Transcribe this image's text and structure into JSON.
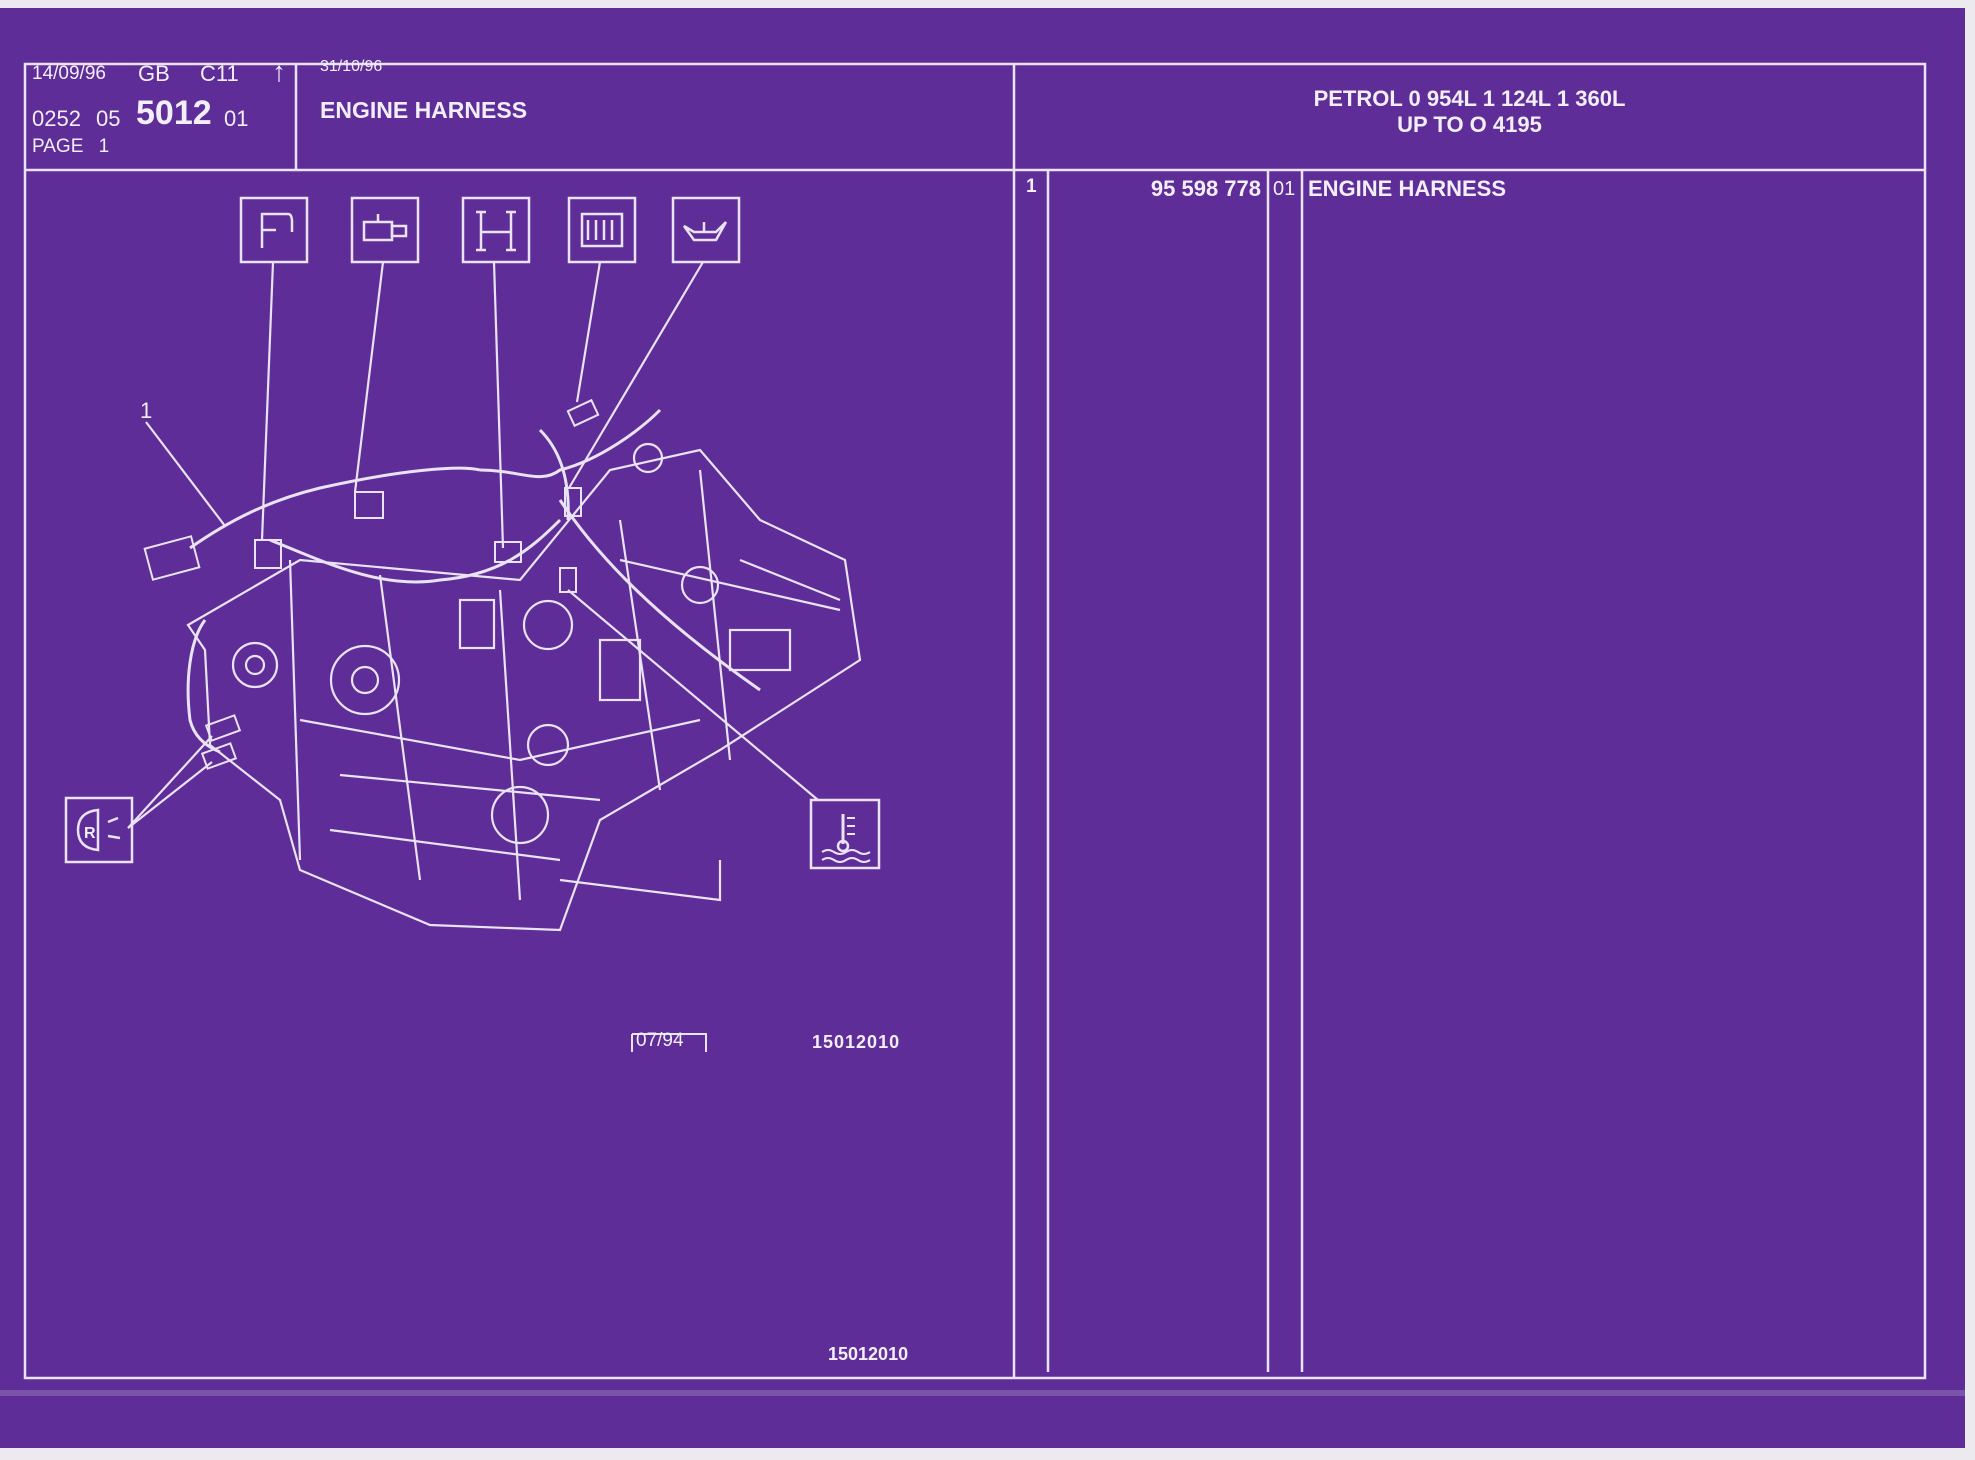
{
  "header": {
    "date_issued": "14/09/96",
    "lang": "GB",
    "model_code": "C11",
    "arrow": "↑",
    "ref_prefix": "0252",
    "ref_group": "05",
    "ref_main": "5012",
    "ref_suffix": "01",
    "page_label": "PAGE",
    "page_number": "1",
    "date_revised": "31/10/96",
    "title": "ENGINE HARNESS",
    "application_line1": "PETROL 0 954L 1 124L 1 360L",
    "application_line2": "UP TO O  4195"
  },
  "diagram": {
    "callout_item": "1",
    "date_tag": "07/94",
    "figure_ref": "15012010",
    "figure_ref_bottom": "15012010",
    "icons": [
      "fuel-pump-icon",
      "ignition-coil-icon",
      "distributor-icon",
      "alternator-icon",
      "oil-pressure-icon",
      "reverse-light-icon",
      "coolant-temperature-icon"
    ]
  },
  "parts_table": {
    "rows": [
      {
        "item": "1",
        "part_number": "95 598 778",
        "qty": "01",
        "description": "ENGINE HARNESS"
      }
    ]
  },
  "colors": {
    "background": "#5f2d98",
    "lines": "#e9e3f5"
  }
}
